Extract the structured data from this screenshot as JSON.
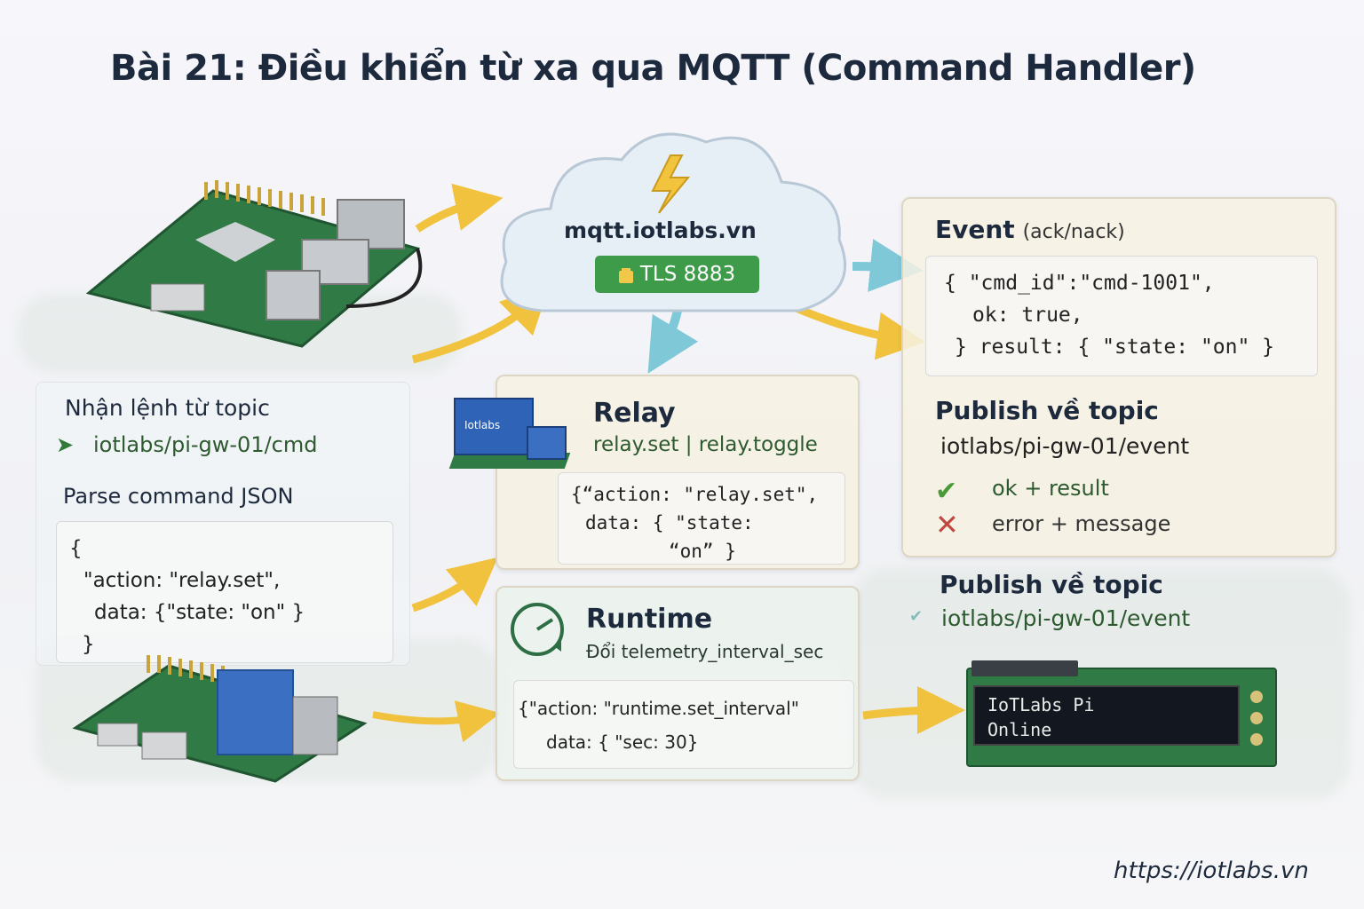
{
  "title": "Bài 21: Điều khiển từ xa qua MQTT (Command Handler)",
  "broker": {
    "host": "mqtt.iotlabs.vn",
    "tls_label": "TLS 8883"
  },
  "subscribe": {
    "heading": "Nhận lệnh từ topic",
    "topic": "iotlabs/pi-gw-01/cmd",
    "parse_label": "Parse command JSON",
    "json_lines": [
      "{",
      "\"action: \"relay.set\",",
      "data: {\"state: \"on\" }",
      "}"
    ]
  },
  "relay": {
    "title": "Relay",
    "subtitle": "relay.set | relay.toggle",
    "module_label": "Iotlabs",
    "json_lines": [
      "{“action: \"relay.set\",",
      "data: { \"state:",
      "“on” }"
    ]
  },
  "runtime": {
    "title": "Runtime",
    "subtitle": "Đổi telemetry_interval_sec",
    "json_lines": [
      "{\"action: \"runtime.set_interval\"",
      "data: { \"sec: 30}"
    ]
  },
  "event": {
    "title": "Event",
    "title_suffix": "(ack/nack)",
    "json_lines": [
      "{ \"cmd_id\":\"cmd-1001\",",
      "ok: true,",
      "} result: { \"state: \"on\" }"
    ],
    "publish_heading": "Publish về topic",
    "publish_topic": "iotlabs/pi-gw-01/event",
    "ok_label": "ok + result",
    "error_label": "error + message"
  },
  "publish2": {
    "heading": "Publish về topic",
    "topic": "iotlabs/pi-gw-01/event"
  },
  "lcd": {
    "line1": "IoTLabs Pi",
    "line2": "Online"
  },
  "footer_url": "https://iotlabs.vn",
  "colors": {
    "arrow_yellow": "#f0c23e",
    "arrow_blue": "#7ec8d8",
    "tls_green": "#3e9b4a",
    "title": "#1d2a3d",
    "ok_green": "#4a9a3a",
    "error_red": "#c0463e"
  }
}
